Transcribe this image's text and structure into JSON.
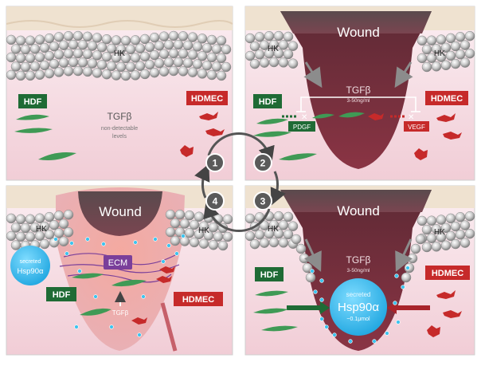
{
  "panels": {
    "p1": {
      "hk": "HK",
      "hdf": "HDF",
      "hdmec": "HDMEC",
      "tgf": "TGFβ",
      "tgf_note_1": "non-detectable",
      "tgf_note_2": "levels"
    },
    "p2": {
      "wound": "Wound",
      "hk_left": "HK",
      "hk_right": "HK",
      "hdf": "HDF",
      "hdmec": "HDMEC",
      "tgf": "TGFβ",
      "tgf_conc": "3-50ng/ml",
      "pdgf": "PDGF",
      "vegf": "VEGF"
    },
    "p3": {
      "wound": "Wound",
      "hk_left": "HK",
      "hk_right": "HK",
      "secreted_1": "secreted",
      "secreted_2": "Hsp90α",
      "ecm": "ECM",
      "hdf": "HDF",
      "hdmec": "HDMEC",
      "tgf": "TGFβ"
    },
    "p4": {
      "wound": "Wound",
      "hk_left": "HK",
      "hk_right": "HK",
      "hdf": "HDF",
      "hdmec": "HDMEC",
      "tgf": "TGFβ",
      "tgf_conc": "3-50ng/ml",
      "secreted_1": "secreted",
      "secreted_2": "Hsp90α",
      "secreted_3": "~0.1μmol"
    }
  },
  "cycle": {
    "steps": [
      "1",
      "2",
      "3",
      "4"
    ]
  },
  "colors": {
    "skin_bg": "#f6e0e6",
    "hdf_label": "#1f6b35",
    "hdmec_label": "#c62a2a",
    "wound": "#7a2e3a",
    "hsp90_bubble": "#2fb7e8",
    "ecm": "#7a3f9a"
  }
}
